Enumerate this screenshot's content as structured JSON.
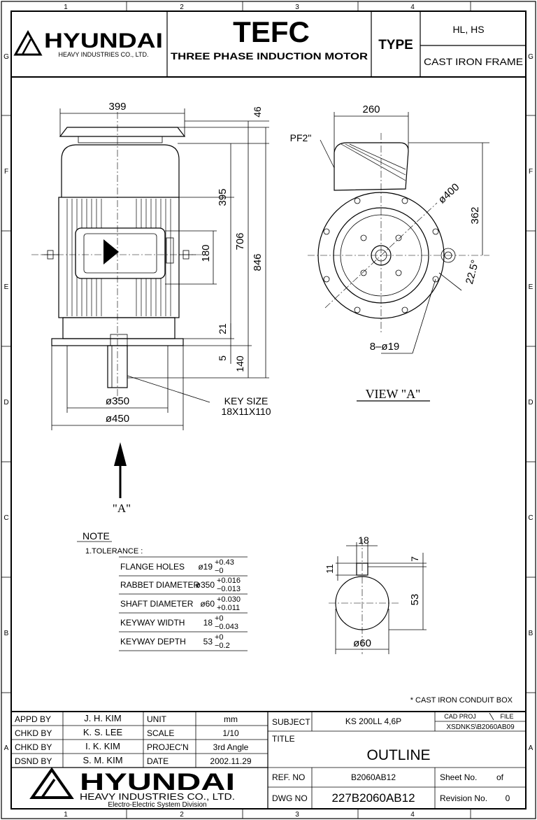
{
  "grid": {
    "cols": [
      "1",
      "2",
      "3",
      "4"
    ],
    "rows": [
      "G",
      "F",
      "E",
      "D",
      "C",
      "B",
      "A"
    ]
  },
  "header": {
    "brand": "HYUNDAI",
    "company": "HEAVY INDUSTRIES CO., LTD.",
    "title_big": "TEFC",
    "title_sub": "THREE PHASE INDUCTION MOTOR",
    "type_label": "TYPE",
    "type_value": "HL, HS",
    "frame": "CAST IRON FRAME"
  },
  "dims": {
    "d399": "399",
    "d46": "46",
    "d395": "395",
    "d706": "706",
    "d846": "846",
    "d180": "180",
    "d21": "21",
    "d5": "5",
    "d140": "140",
    "d350": "ø350",
    "d450": "ø450",
    "key_size": "KEY SIZE",
    "key_value": "18X11X110",
    "a_label": "\"A\"",
    "d260": "260",
    "pf": "PF2\"",
    "d400": "ø400",
    "d362": "362",
    "d225": "22.5°",
    "holes": "8–ø19",
    "view_a": "VIEW \"A\"",
    "k18": "18",
    "k7": "7",
    "k11": "11",
    "k53": "53",
    "k60": "ø60"
  },
  "note": {
    "title": "NOTE",
    "tol": "1.TOLERANCE :",
    "rows": [
      {
        "label": "FLANGE HOLES",
        "val": "ø19",
        "up": "+0.43",
        "dn": "−0"
      },
      {
        "label": "RABBET DIAMETER",
        "val": "ø350",
        "up": "+0.016",
        "dn": "−0.013"
      },
      {
        "label": "SHAFT DIAMETER",
        "val": "ø60",
        "up": "+0.030",
        "dn": "+0.011"
      },
      {
        "label": "KEYWAY WIDTH",
        "val": "18",
        "up": "+0",
        "dn": "−0.043"
      },
      {
        "label": "KEYWAY DEPTH",
        "val": "53",
        "up": "+0",
        "dn": "−0.2"
      }
    ]
  },
  "conduit_note": "* CAST IRON CONDUIT BOX",
  "titleblock": {
    "people": [
      {
        "role": "APPD BY",
        "name": "J. H. KIM",
        "k": "UNIT",
        "v": "mm"
      },
      {
        "role": "CHKD BY",
        "name": "K. S. LEE",
        "k": "SCALE",
        "v": "1/10"
      },
      {
        "role": "CHKD BY",
        "name": "I. K. KIM",
        "k": "PROJEC'N",
        "v": "3rd Angle"
      },
      {
        "role": "DSND BY",
        "name": "S. M. KIM",
        "k": "DATE",
        "v": "2002.11.29"
      }
    ],
    "subject_label": "SUBJECT",
    "subject": "KS 200LL 4,6P",
    "cad_proj": "CAD PROJ",
    "file_label": "FILE",
    "cad_file": "XSDNKS\\B2060AB09",
    "title_label": "TITLE",
    "title": "OUTLINE",
    "ref_label": "REF. NO",
    "ref": "B2060AB12",
    "sheet_label": "Sheet No.",
    "sheet_of": "of",
    "dwg_label": "DWG NO",
    "dwg": "227B2060AB12",
    "rev_label": "Revision No.",
    "rev": "0",
    "brand": "HYUNDAI",
    "company": "HEAVY INDUSTRIES CO., LTD.",
    "division": "Electro-Electric System Division"
  }
}
